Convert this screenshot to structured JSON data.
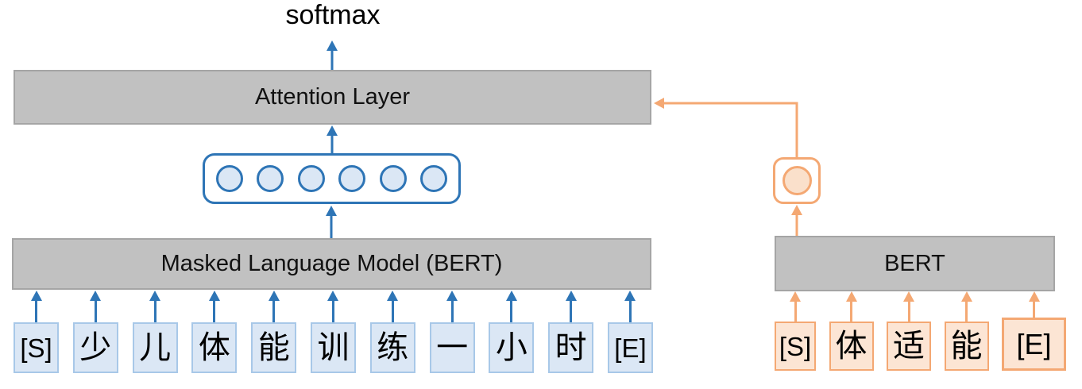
{
  "labels": {
    "softmax": "softmax",
    "attention_layer": "Attention Layer",
    "masked_lm": "Masked Language Model (BERT)",
    "bert": "BERT"
  },
  "left_branch": {
    "tokens": [
      "[S]",
      "少",
      "儿",
      "体",
      "能",
      "训",
      "练",
      "一",
      "小",
      "时",
      "[E]"
    ],
    "embedding_circle_count": 6
  },
  "right_branch": {
    "tokens": [
      "[S]",
      "体",
      "适",
      "能",
      "[E]"
    ]
  },
  "colors": {
    "arrow_blue": "#2e75b6",
    "blue_token_border": "#a8c8e8",
    "blue_token_fill": "#dbe7f5",
    "circle_border": "#2e75b6",
    "gray_fill": "#c1c1c1",
    "gray_border": "#a5a5a5",
    "orange": "#f4a873",
    "orange_token_fill": "#fce5d4",
    "orange_circle_fill": "#fae0cb",
    "text": "#111111"
  }
}
